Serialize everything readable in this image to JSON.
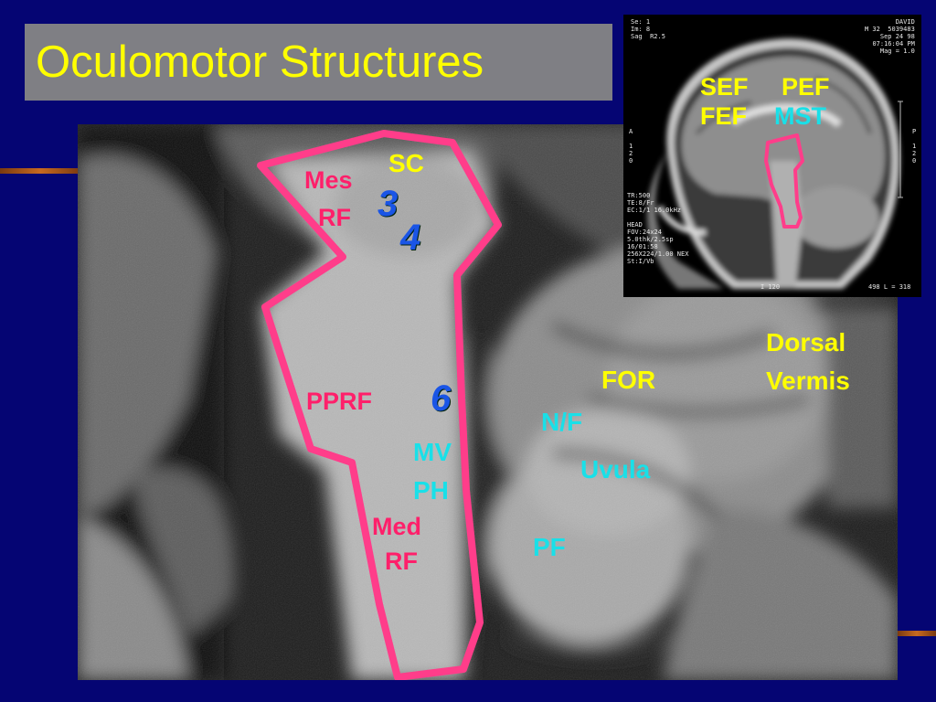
{
  "slide": {
    "title": "Oculomotor Structures"
  },
  "colors": {
    "background": "#050573",
    "title_box": "#7f7f84",
    "title_text": "#ffff00",
    "outline": "#ff3d8a",
    "label_pink": "#ff1f6a",
    "label_yellow": "#ffff00",
    "label_cyan": "#19e0e8",
    "label_number": "#1a55e6"
  },
  "main_labels": {
    "sc": "SC",
    "mes": "Mes",
    "rf1": "RF",
    "n3": "3",
    "n4": "4",
    "pprf": "PPRF",
    "n6": "6",
    "mv": "MV",
    "ph": "PH",
    "med": "Med",
    "rf2": "RF",
    "for": "FOR",
    "nf": "N/F",
    "uvula": "Uvula",
    "pf": "PF",
    "dorsal": "Dorsal",
    "vermis": "Vermis"
  },
  "inset_labels": {
    "sef": "SEF",
    "pef": "PEF",
    "fef": "FEF",
    "mst": "MST"
  },
  "inset_text": {
    "top_left": "Se: 1\nIm: 8\nSag  R2.5",
    "top_right": "DAVID\nM 32  5039483\nSep 24 98\n07:16:04 PM\nMag = 1.0",
    "left_mid": "TR:500\nTE:8/Fr\nEC:1/1 16.0kHz\n\nHEAD\nFOV:24x24\n5.0thk/2.5sp\n16/01:58\n256X224/1.00 NEX\nSt:I/Vb",
    "bottom_mid": "I 120",
    "bottom_right": "498 L = 318",
    "ruler_left": "A\n\n1\n2\n0",
    "ruler_right": "P\n\n1\n2\n0"
  }
}
